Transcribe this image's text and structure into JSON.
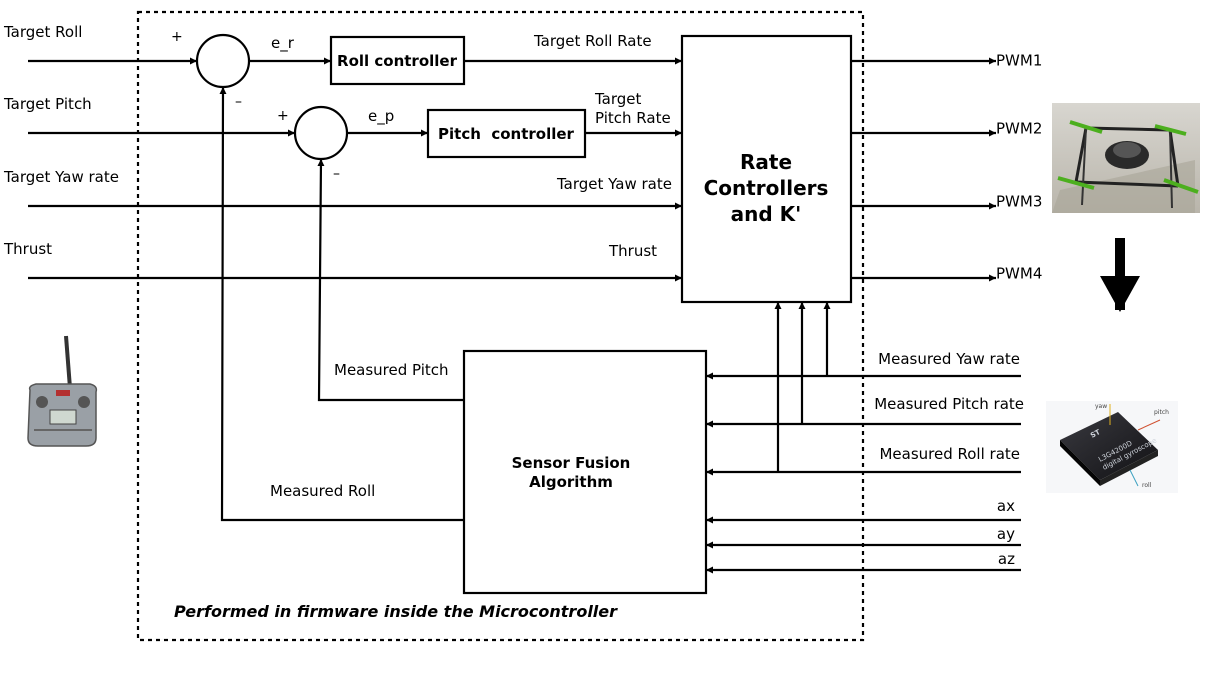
{
  "inputs": {
    "target_roll": "Target Roll",
    "target_pitch": "Target Pitch",
    "target_yaw_rate": "Target Yaw rate",
    "thrust": "Thrust"
  },
  "summers": {
    "roll_plus": "+",
    "roll_minus": "–",
    "pitch_plus": "+",
    "pitch_minus": "–"
  },
  "signals": {
    "e_r": "e_r",
    "e_p": "e_p",
    "target_roll_rate": "Target Roll Rate",
    "target_pitch_rate_line1": "Target",
    "target_pitch_rate_line2": "Pitch Rate",
    "target_yaw_rate": "Target Yaw rate",
    "thrust": "Thrust",
    "measured_pitch": "Measured Pitch",
    "measured_roll": "Measured Roll"
  },
  "blocks": {
    "roll_controller": "Roll controller",
    "pitch_controller": "Pitch  controller",
    "rate_line1": "Rate",
    "rate_line2": "Controllers",
    "rate_line3": "and K'",
    "fusion_line1": "Sensor Fusion",
    "fusion_line2": "Algorithm"
  },
  "outputs": [
    "PWM1",
    "PWM2",
    "PWM3",
    "PWM4"
  ],
  "sensors": {
    "measured_yaw_rate": "Measured Yaw rate",
    "measured_pitch_rate": "Measured Pitch rate",
    "measured_roll_rate": "Measured Roll rate",
    "ax": "ax",
    "ay": "ay",
    "az": "az"
  },
  "caption": "Performed in firmware inside the Microcontroller",
  "gyro_chip": {
    "logo": "ST",
    "part_number": "L3G4200D",
    "subtitle": "digital gyroscope",
    "axis_yaw": "yaw",
    "axis_pitch": "pitch",
    "axis_roll": "roll"
  }
}
